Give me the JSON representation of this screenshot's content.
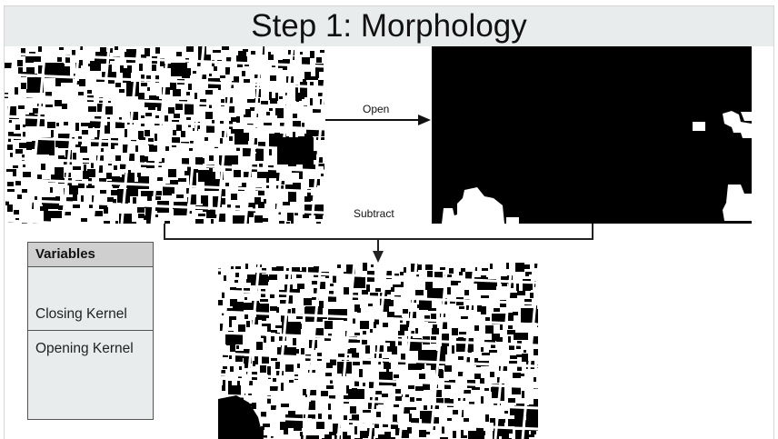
{
  "title": "Step 1: Morphology",
  "edges": {
    "open_label": "Open",
    "subtract_label": "Subtract"
  },
  "variables": {
    "header": "Variables",
    "items": [
      "Closing Kernel",
      "Opening Kernel"
    ]
  },
  "images": {
    "input": "binary-city-map-image",
    "opened": "opened-mask-image",
    "result": "subtracted-result-image"
  }
}
